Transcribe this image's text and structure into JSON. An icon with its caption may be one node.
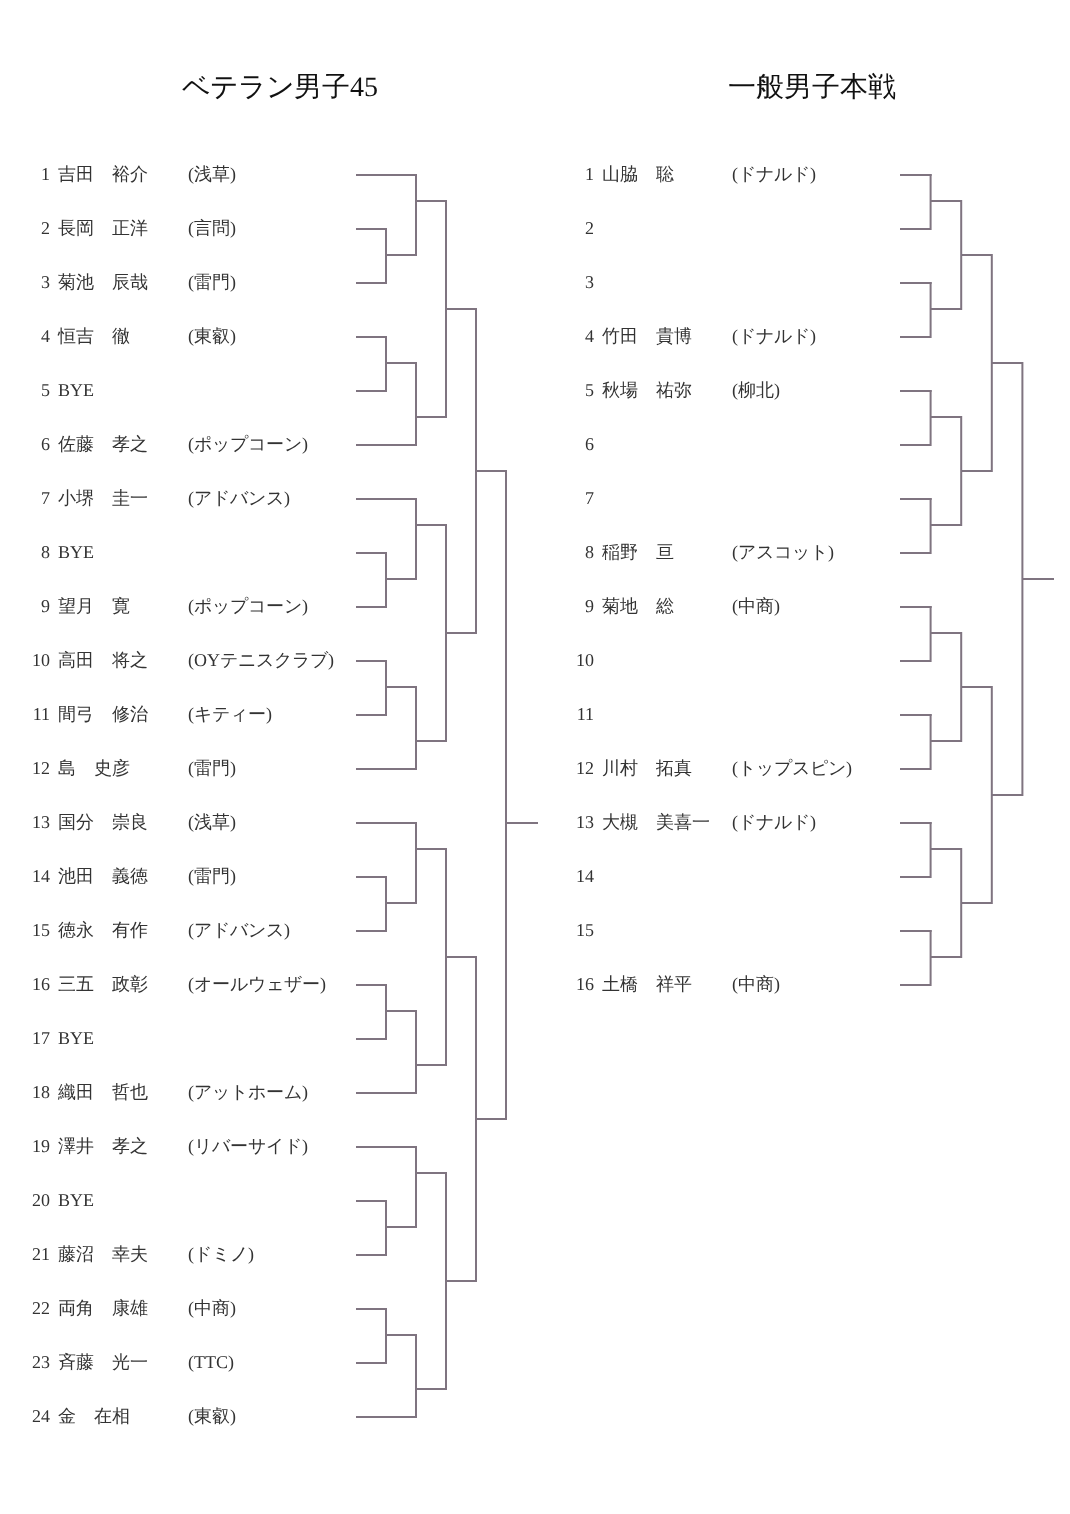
{
  "diagram": {
    "nodes": [
      {
        "text": [
          "1",
          "吉田　裕介",
          "(浅草)"
        ]
      },
      {
        "text": [
          "2",
          "長岡　正洋",
          "(言問)"
        ]
      },
      {
        "text": [
          "3",
          "菊池　辰哉",
          "(雷門)"
        ]
      },
      {
        "text": [
          "4",
          "恒吉　徹",
          "(東叡)"
        ]
      },
      {
        "text": [
          "5",
          "BYE"
        ]
      },
      {
        "text": [
          "6",
          "佐藤　孝之",
          "(ポップコーン)"
        ]
      },
      {
        "text": [
          "7",
          "小堺　圭一",
          "(アドバンス)"
        ]
      },
      {
        "text": [
          "8",
          "BYE"
        ]
      },
      {
        "text": [
          "9",
          "望月　寛",
          "(ポップコーン)"
        ]
      },
      {
        "text": [
          "10",
          "高田　将之",
          "(OYテニスクラブ)"
        ]
      },
      {
        "text": [
          "11",
          "間弓　修治",
          "(キティー)"
        ]
      },
      {
        "text": [
          "12",
          "島　史彦",
          "(雷門)"
        ]
      },
      {
        "text": [
          "13",
          "国分　崇良",
          "(浅草)"
        ]
      },
      {
        "text": [
          "14",
          "池田　義徳",
          "(雷門)"
        ]
      },
      {
        "text": [
          "15",
          "徳永　有作",
          "(アドバンス)"
        ]
      },
      {
        "text": [
          "16",
          "三五　政彰",
          "(オールウェザー)"
        ]
      },
      {
        "text": [
          "17",
          "BYE"
        ]
      },
      {
        "text": [
          "18",
          "織田　哲也",
          "(アットホーム)"
        ]
      },
      {
        "text": [
          "19",
          "澤井　孝之",
          "(リバーサイド)"
        ]
      },
      {
        "text": [
          "20",
          "BYE"
        ]
      },
      {
        "text": [
          "21",
          "藤沼　幸夫",
          "(ドミノ)"
        ]
      },
      {
        "text": [
          "22",
          "両角　康雄",
          "(中商)"
        ]
      },
      {
        "text": [
          "23",
          "斉藤　光一",
          "(TTC)"
        ]
      },
      {
        "text": [
          "24",
          "金　在相",
          "(東叡)"
        ]
      },
      {
        "text": [],
        "shape": "line"
      },
      {
        "text": [
          "1",
          "山脇　聡",
          "(ドナルド)"
        ]
      },
      {
        "text": [
          "2"
        ]
      },
      {
        "text": [
          "3"
        ]
      },
      {
        "text": [
          "4",
          "竹田　貴博",
          "(ドナルド)"
        ]
      },
      {
        "text": [
          "5",
          "秋場　祐弥",
          "(柳北)"
        ]
      },
      {
        "text": [
          "6"
        ]
      },
      {
        "text": [
          "7"
        ]
      },
      {
        "text": [
          "8",
          "稲野　亘",
          "(アスコット)"
        ]
      },
      {
        "text": [
          "9",
          "菊地　総",
          "(中商)"
        ]
      },
      {
        "text": [
          "10"
        ]
      },
      {
        "text": [
          "11"
        ]
      },
      {
        "text": [
          "12",
          "川村　拓真",
          "(トップスピン)"
        ]
      },
      {
        "text": [
          "13",
          "大槻　美喜一",
          "(ドナルド)"
        ]
      },
      {
        "text": [
          "14"
        ]
      },
      {
        "text": [
          "15"
        ]
      },
      {
        "text": [
          "16",
          "土橋　祥平",
          "(中商)"
        ]
      },
      {
        "text": [],
        "shape": "line"
      }
    ],
    "edges": [
      {
        "from": 0,
        "to": 24,
        "arrow": "none"
      },
      {
        "from": 1,
        "to": 24,
        "arrow": "none"
      },
      {
        "from": 2,
        "to": 24,
        "arrow": "none"
      },
      {
        "from": 3,
        "to": 24,
        "arrow": "none"
      },
      {
        "from": 4,
        "to": 24,
        "arrow": "none"
      },
      {
        "from": 5,
        "to": 24,
        "arrow": "none"
      },
      {
        "from": 6,
        "to": 24,
        "arrow": "none"
      },
      {
        "from": 7,
        "to": 24,
        "arrow": "none"
      },
      {
        "from": 8,
        "to": 24,
        "arrow": "none"
      },
      {
        "from": 9,
        "to": 24,
        "arrow": "none"
      },
      {
        "from": 10,
        "to": 24,
        "arrow": "none"
      },
      {
        "from": 11,
        "to": 24,
        "arrow": "none"
      },
      {
        "from": 12,
        "to": 24,
        "arrow": "none"
      },
      {
        "from": 13,
        "to": 24,
        "arrow": "none"
      },
      {
        "from": 14,
        "to": 24,
        "arrow": "none"
      },
      {
        "from": 15,
        "to": 24,
        "arrow": "none"
      },
      {
        "from": 16,
        "to": 24,
        "arrow": "none"
      },
      {
        "from": 17,
        "to": 24,
        "arrow": "none"
      },
      {
        "from": 18,
        "to": 24,
        "arrow": "none"
      },
      {
        "from": 19,
        "to": 24,
        "arrow": "none"
      },
      {
        "from": 20,
        "to": 24,
        "arrow": "none"
      },
      {
        "from": 21,
        "to": 24,
        "arrow": "none"
      },
      {
        "from": 22,
        "to": 24,
        "arrow": "none"
      },
      {
        "from": 23,
        "to": 24,
        "arrow": "none"
      },
      {
        "from": 25,
        "to": 41,
        "arrow": "none"
      },
      {
        "from": 26,
        "to": 41,
        "arrow": "none"
      },
      {
        "from": 27,
        "to": 41,
        "arrow": "none"
      },
      {
        "from": 28,
        "to": 41,
        "arrow": "none"
      },
      {
        "from": 29,
        "to": 41,
        "arrow": "none"
      },
      {
        "from": 30,
        "to": 41,
        "arrow": "none"
      },
      {
        "from": 31,
        "to": 41,
        "arrow": "none"
      },
      {
        "from": 32,
        "to": 41,
        "arrow": "none"
      },
      {
        "from": 33,
        "to": 41,
        "arrow": "none"
      },
      {
        "from": 34,
        "to": 41,
        "arrow": "none"
      },
      {
        "from": 35,
        "to": 41,
        "arrow": "none"
      },
      {
        "from": 36,
        "to": 41,
        "arrow": "none"
      },
      {
        "from": 37,
        "to": 41,
        "arrow": "none"
      },
      {
        "from": 38,
        "to": 41,
        "arrow": "none"
      },
      {
        "from": 39,
        "to": 41,
        "arrow": "none"
      },
      {
        "from": 40,
        "to": 41,
        "arrow": "none"
      }
    ],
    "labels": [
      "ベテラン男子45",
      "一般男子本戦"
    ]
  }
}
